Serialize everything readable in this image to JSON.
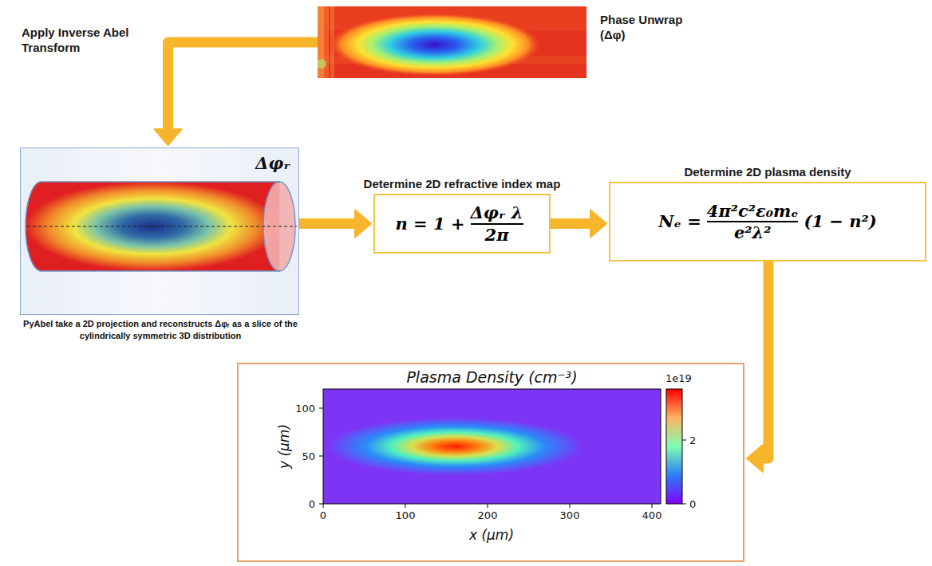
{
  "diagram": {
    "nodes": [
      {
        "text": [
          "Phase Unwrap (Δφ)"
        ]
      },
      {
        "text": [
          "Δφᵣ",
          "PyAbel take a 2D projection and reconstructs Δφᵣ as a slice of the cylindrically symmetric 3D distribution"
        ]
      },
      {
        "text": [
          "Determine 2D refractive index map",
          "n = 1 +",
          "Δφᵣ λ",
          "2π"
        ]
      },
      {
        "text": [
          "Determine 2D plasma density",
          "Nₑ =",
          "4π²c²ε₀mₑ",
          "e²λ²",
          "(1 − n²)"
        ]
      },
      {
        "text": [
          "Plasma Density (cm⁻³)"
        ]
      }
    ],
    "edges": [
      {
        "from": 0,
        "to": 1,
        "label": "Apply Inverse Abel Transform",
        "arrow": "to"
      },
      {
        "from": 1,
        "to": 2,
        "arrow": "to"
      },
      {
        "from": 2,
        "to": 3,
        "arrow": "to"
      },
      {
        "from": 3,
        "to": 4,
        "arrow": "to"
      }
    ],
    "labels": [
      "0",
      "50",
      "100",
      "y (μm)",
      "0",
      "100",
      "200",
      "300",
      "400",
      "x (μm)",
      "1e19",
      "2",
      "0"
    ]
  }
}
